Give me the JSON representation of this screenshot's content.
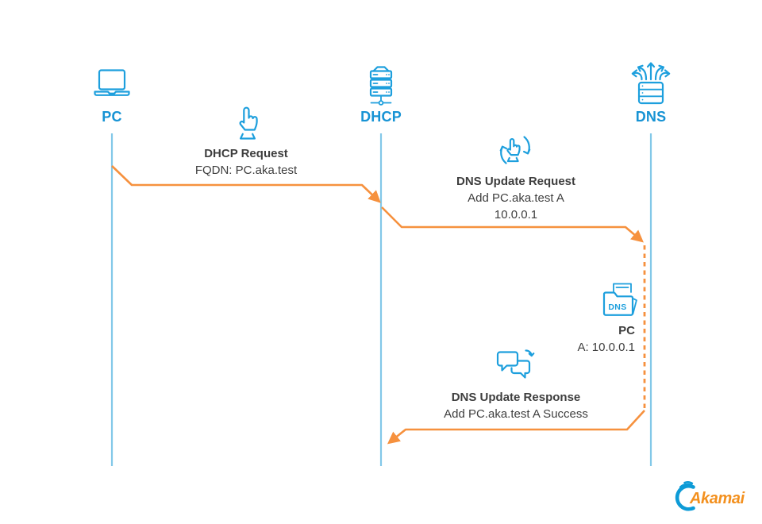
{
  "diagram": {
    "actors": [
      {
        "id": "pc",
        "label": "PC",
        "icon": "laptop-icon"
      },
      {
        "id": "dhcp",
        "label": "DHCP",
        "icon": "server-icon"
      },
      {
        "id": "dns",
        "label": "DNS",
        "icon": "dns-server-icon"
      }
    ],
    "messages": [
      {
        "from": "PC",
        "to": "DHCP",
        "title": "DHCP Request",
        "lines": [
          "FQDN: PC.aka.test"
        ],
        "icon": "click-hand-icon"
      },
      {
        "from": "DHCP",
        "to": "DNS",
        "title": "DNS Update Request",
        "lines": [
          "Add PC.aka.test A",
          "10.0.0.1"
        ],
        "icon": "update-click-icon"
      },
      {
        "from": "DNS",
        "to": "DHCP",
        "title": "DNS Update Response",
        "lines": [
          "Add PC.aka.test A Success"
        ],
        "icon": "chat-bubbles-icon"
      }
    ],
    "record": {
      "folder_label": "DNS",
      "title": "PC",
      "value": "A: 10.0.0.1"
    },
    "logo": {
      "brand": "Akamai"
    }
  },
  "colors": {
    "icon_blue": "#1d9fdd",
    "label_blue": "#1793d4",
    "lifeline_blue": "#82c8e8",
    "arrow_orange": "#f6913e",
    "text_dark": "#3e3e3e",
    "logo_orange": "#f3901e",
    "logo_blue": "#0d9bd7"
  }
}
